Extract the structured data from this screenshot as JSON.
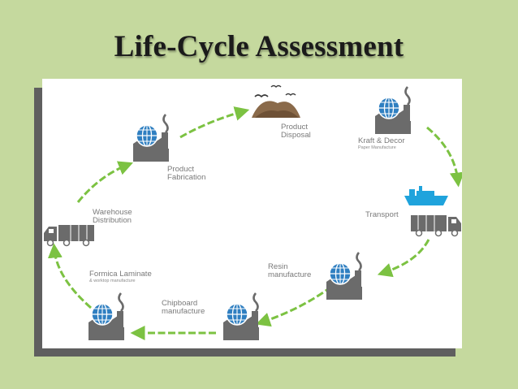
{
  "slide": {
    "title": "Life-Cycle Assessment"
  },
  "diagram": {
    "stages": [
      {
        "id": "disposal",
        "line1": "Product",
        "line2": "Disposal",
        "icon": "dirt-pile-with-birds-icon"
      },
      {
        "id": "kraft",
        "line1": "Kraft & Decor",
        "sub": "Paper Manufacture",
        "icon": "factory-globe-icon"
      },
      {
        "id": "transport",
        "line1": "Transport",
        "icon": "ship-and-truck-icon"
      },
      {
        "id": "resin",
        "line1": "Resin",
        "line2": "manufacture",
        "icon": "factory-globe-icon"
      },
      {
        "id": "chipboard",
        "line1": "Chipboard",
        "line2": "manufacture",
        "icon": "factory-globe-icon"
      },
      {
        "id": "formica",
        "line1": "Formica Laminate",
        "sub": "& worktop manufacture",
        "icon": "factory-globe-icon"
      },
      {
        "id": "warehouse",
        "line1": "Warehouse",
        "line2": "Distribution",
        "icon": "truck-icon"
      },
      {
        "id": "fabrication",
        "line1": "Product",
        "line2": "Fabrication",
        "icon": "factory-globe-icon"
      }
    ],
    "colors": {
      "arrow": "#7cc242",
      "globe": "#2f7fc1",
      "factory": "#6b6b6b",
      "ship": "#1fa3dc",
      "dirt": "#8a6a4a"
    }
  }
}
